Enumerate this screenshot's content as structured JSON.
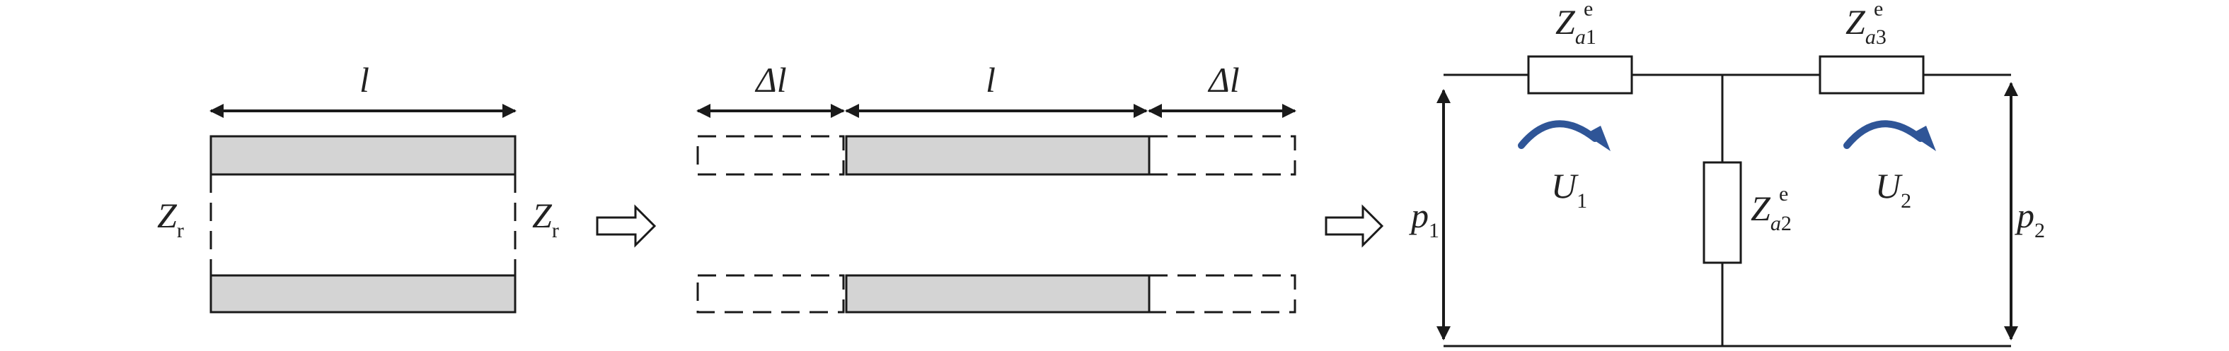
{
  "panel_a": {
    "length_label": "l",
    "left_impedance": {
      "base": "Z",
      "sub": "r"
    },
    "right_impedance": {
      "base": "Z",
      "sub": "r"
    }
  },
  "panel_b": {
    "delta_left": "Δl",
    "length_label": "l",
    "delta_right": "Δl"
  },
  "circuit": {
    "z1": {
      "base": "Z",
      "sup": "e",
      "sub_var": "a",
      "sub_num": "1"
    },
    "z2": {
      "base": "Z",
      "sup": "e",
      "sub_var": "a",
      "sub_num": "2"
    },
    "z3": {
      "base": "Z",
      "sup": "e",
      "sub_var": "a",
      "sub_num": "3"
    },
    "loop1": {
      "base": "U",
      "sub": "1"
    },
    "loop2": {
      "base": "U",
      "sub": "2"
    },
    "port1": {
      "base": "p",
      "sub": "1"
    },
    "port2": {
      "base": "p",
      "sub": "2"
    }
  },
  "colors": {
    "slab_fill": "#d4d4d4",
    "loop_arrow": "#2f5597",
    "line": "#1a1a1a"
  }
}
